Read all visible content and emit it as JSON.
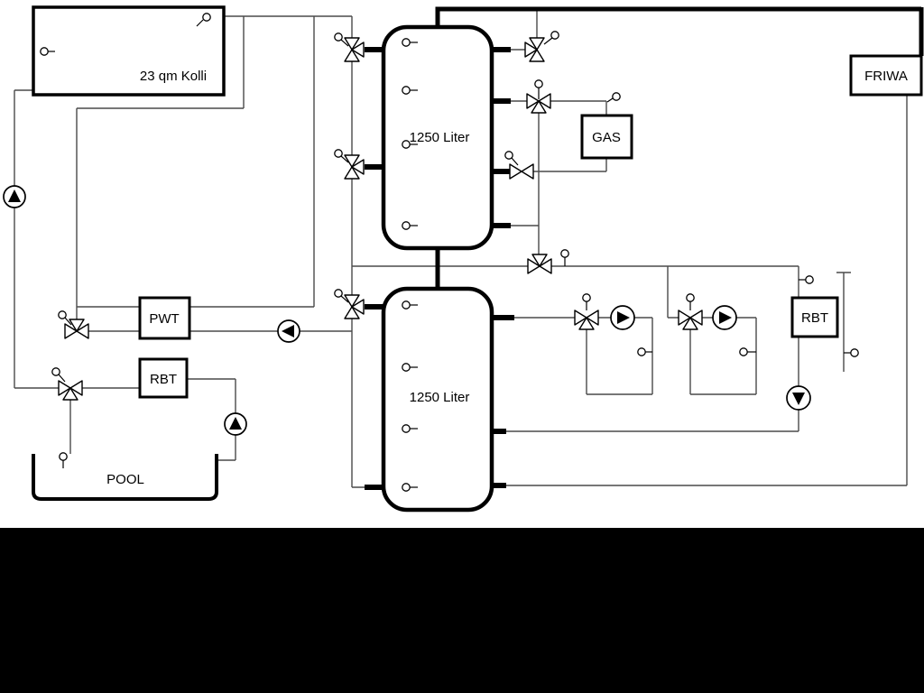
{
  "diagram": {
    "collector": {
      "label": "23 qm Kolli"
    },
    "tanks": {
      "top_label": "1250 Liter",
      "bottom_label": "1250 Liter"
    },
    "gas": {
      "label": "GAS"
    },
    "friwa": {
      "label": "FRIWA"
    },
    "pwt": {
      "label": "PWT"
    },
    "rbt_left": {
      "label": "RBT"
    },
    "rbt_right": {
      "label": "RBT"
    },
    "pool": {
      "label": "POOL"
    },
    "colors": {
      "pipe": "#4a4a4a",
      "outline": "#000000",
      "background": "#ffffff",
      "letterbox": "#000000"
    }
  }
}
